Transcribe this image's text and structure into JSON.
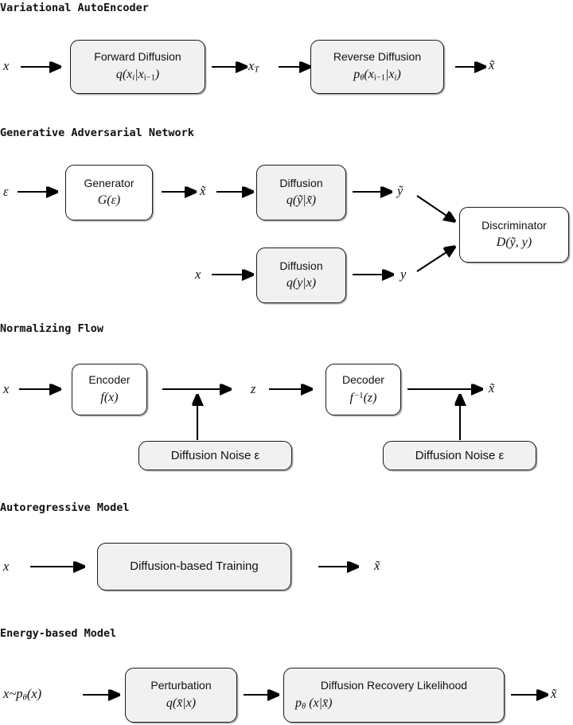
{
  "figure": {
    "type": "diagram",
    "description": "Five generative-model families each augmented with diffusion components",
    "box_fill_gray": "#f1f1f1",
    "box_fill_white": "#ffffff",
    "stroke": "#1a1a1a"
  },
  "sections": [
    {
      "id": "vae",
      "title": "Variational AutoEncoder",
      "input_label": "x",
      "output_label": "x̃",
      "mid_label": "x_T",
      "boxes": [
        {
          "title": "Forward Diffusion",
          "formula": "q(x_i|x_{i−1})",
          "fill": "gray"
        },
        {
          "title": "Reverse Diffusion",
          "formula": "p_θ(x_{i−1}|x_i)",
          "fill": "gray"
        }
      ]
    },
    {
      "id": "gan",
      "title": "Generative Adversarial Network",
      "input_top_label": "ε",
      "input_bottom_label": "x",
      "mid_top_label": "x̃",
      "out_top_label": "ỹ",
      "out_bottom_label": "y",
      "boxes": [
        {
          "title": "Generator",
          "formula": "G(ε)",
          "fill": "white"
        },
        {
          "title": "Diffusion",
          "formula": "q(ỹ|x̃)",
          "fill": "gray"
        },
        {
          "title": "Diffusion",
          "formula": "q(y|x)",
          "fill": "gray"
        },
        {
          "title": "Discriminator",
          "formula": "D(ỹ, y)",
          "fill": "white"
        }
      ]
    },
    {
      "id": "flow",
      "title": "Normalizing Flow",
      "input_label": "x",
      "latent_label": "z",
      "output_label": "x̃",
      "boxes": [
        {
          "title": "Encoder",
          "formula": "f(x)",
          "fill": "white"
        },
        {
          "title": "Decoder",
          "formula": "f⁻¹(z)",
          "fill": "white"
        },
        {
          "title": "Diffusion Noise  ε",
          "formula": "",
          "fill": "gray"
        },
        {
          "title": "Diffusion Noise  ε",
          "formula": "",
          "fill": "gray"
        }
      ]
    },
    {
      "id": "ar",
      "title": "Autoregressive Model",
      "input_label": "x",
      "output_label": "x̃",
      "boxes": [
        {
          "title": "Diffusion-based Training",
          "formula": "",
          "fill": "gray"
        }
      ]
    },
    {
      "id": "ebm",
      "title": "Energy-based Model",
      "input_label": "x~p_θ(x)",
      "output_label": "x̃",
      "boxes": [
        {
          "title": "Perturbation",
          "formula": "q(x̄|x)",
          "fill": "gray"
        },
        {
          "title": "Diffusion Recovery Likelihood",
          "formula": "p_θ (x|x̄)",
          "fill": "gray"
        }
      ]
    }
  ]
}
